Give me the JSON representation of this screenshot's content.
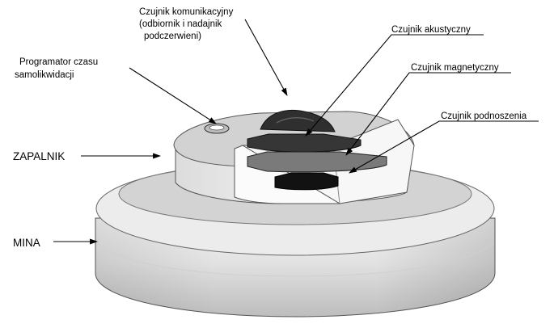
{
  "labels": {
    "comm_line1": "Czujnik komunikacyjny",
    "comm_line2": "(odbiornik i nadajnik",
    "comm_line3": "podczerwieni)",
    "timer_line1": "Programator czasu",
    "timer_line2": "samolikwidacji",
    "acoustic": "Czujnik akustyczny",
    "magnetic": "Czujnik magnetyczny",
    "lift": "Czujnik podnoszenia",
    "fuze": "ZAPALNIK",
    "mine": "MINA"
  },
  "colors": {
    "mine_body": "#e6e6e6",
    "mine_top": "#d2d2d2",
    "fuze_body": "#eeeeee",
    "fuze_top": "#d0d0d0",
    "cutaway_face": "#f7f7f7",
    "acoustic_disc": "#333333",
    "magnetic_disc": "#7a7a7a",
    "lift_disc": "#111111",
    "line": "#000000"
  }
}
